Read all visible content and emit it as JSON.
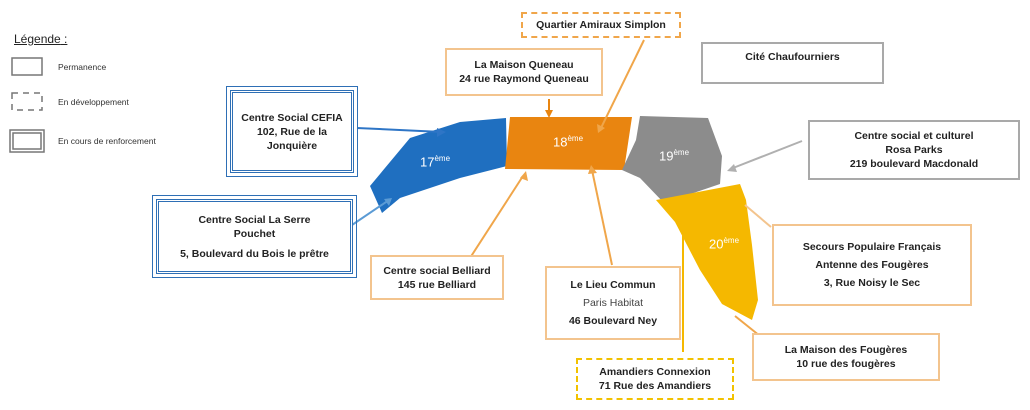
{
  "legend": {
    "title": "Légende",
    "items": [
      {
        "label": "Permanence"
      },
      {
        "label": "En développement"
      },
      {
        "label": "En cours de renforcement"
      }
    ]
  },
  "districts": [
    {
      "num": "17",
      "suffix": "ème",
      "color": "#1f6fc0"
    },
    {
      "num": "18",
      "suffix": "ème",
      "color": "#e98510"
    },
    {
      "num": "19",
      "suffix": "ème",
      "color": "#8c8c8c"
    },
    {
      "num": "20",
      "suffix": "ème",
      "color": "#f5b800"
    }
  ],
  "sites": {
    "cefia": {
      "line1": "Centre Social CEFIA",
      "line2": "102, Rue de la",
      "line3": "Jonquière"
    },
    "serre": {
      "line1": "Centre Social La Serre",
      "line2": "Pouchet",
      "line3": "5, Boulevard du Bois le prêtre"
    },
    "queneau": {
      "line1": "La Maison Queneau",
      "line2": "24 rue Raymond Queneau"
    },
    "amiraux": {
      "line1": "Quartier Amiraux Simplon"
    },
    "chaufourniers": {
      "line1": "Cité Chaufourniers"
    },
    "rosaparks": {
      "line1": "Centre social et culturel",
      "line2": "Rosa Parks",
      "line3": "219 boulevard Macdonald"
    },
    "belliard": {
      "line1": "Centre social Belliard",
      "line2": "145 rue Belliard"
    },
    "lieucommun": {
      "line1": "Le Lieu Commun",
      "line2": "Paris Habitat",
      "line3": "46 Boulevard Ney"
    },
    "secours": {
      "line1": "Secours Populaire Français",
      "line2": "Antenne des Fougères",
      "line3": "3, Rue Noisy le Sec"
    },
    "fougeres": {
      "line1": "La Maison des Fougères",
      "line2": "10 rue des fougères"
    },
    "amandiers": {
      "line1": "Amandiers Connexion",
      "line2": "71 Rue des Amandiers"
    }
  }
}
